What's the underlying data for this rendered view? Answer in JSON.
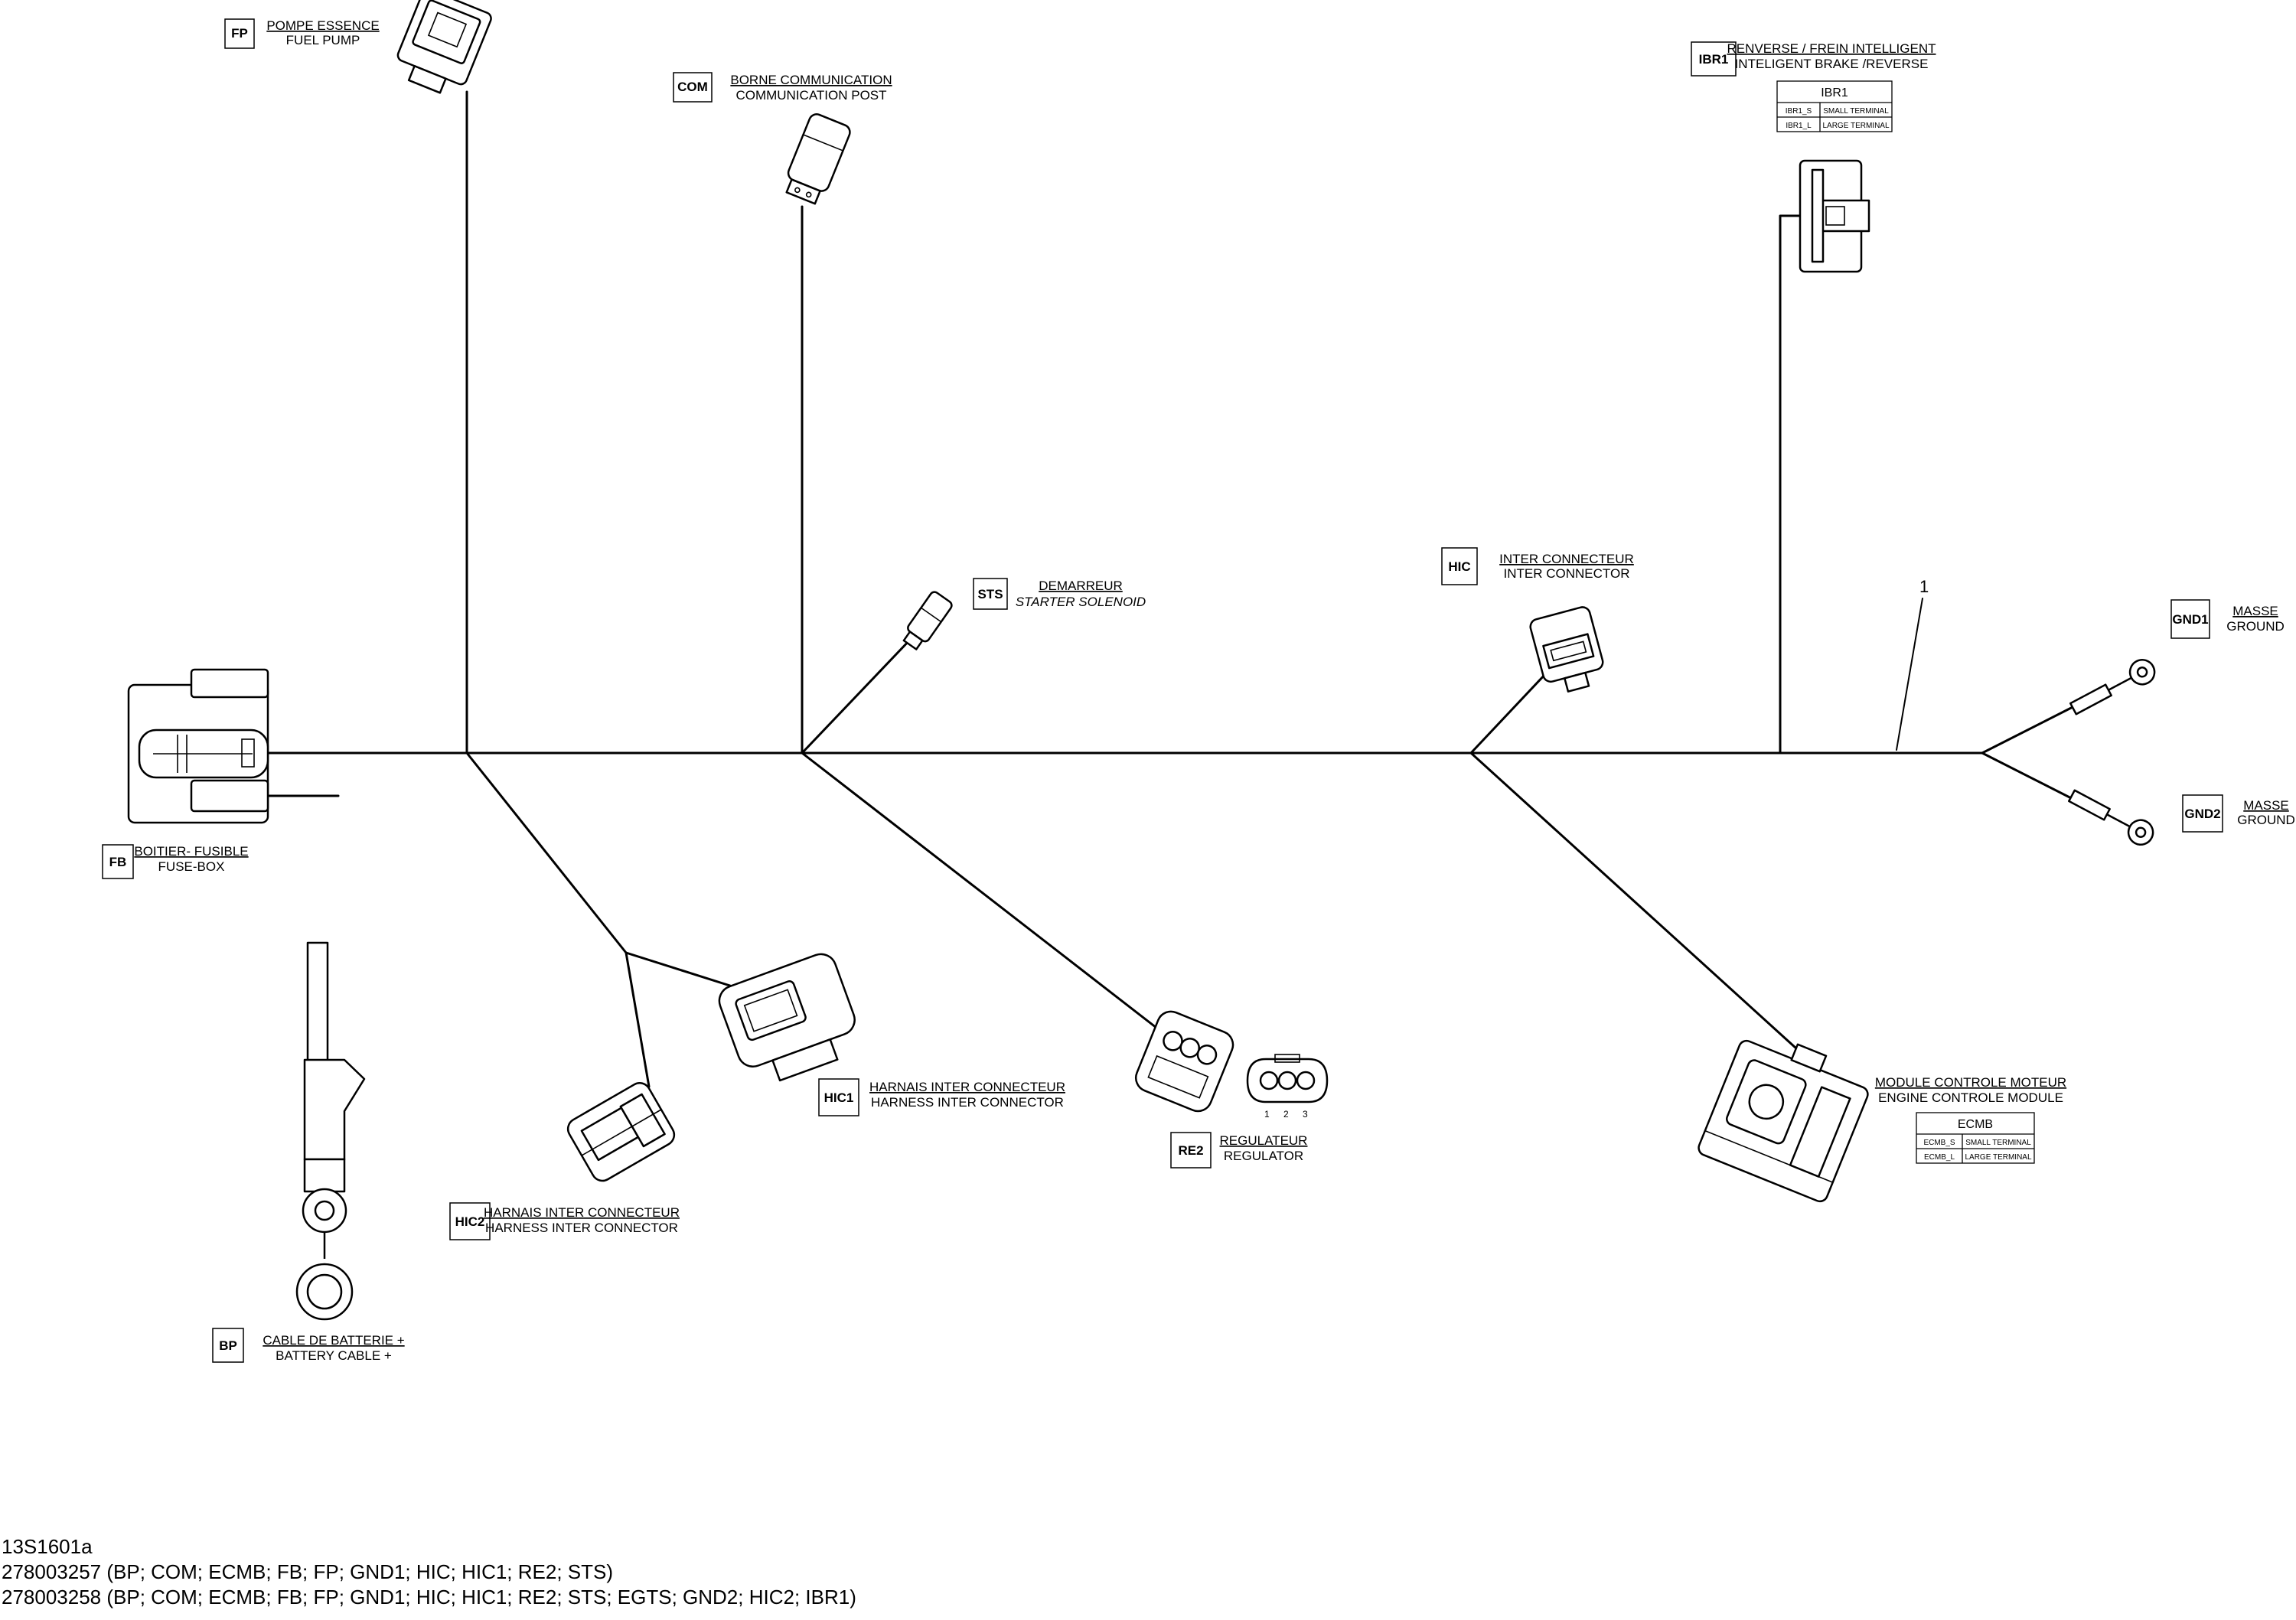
{
  "components": {
    "fp": {
      "code": "FP",
      "fr": "POMPE ESSENCE",
      "en": "FUEL PUMP"
    },
    "com": {
      "code": "COM",
      "fr": "BORNE COMMUNICATION",
      "en": "COMMUNICATION POST"
    },
    "ibr1": {
      "code": "IBR1",
      "fr": "RENVERSE / FREIN INTELLIGENT",
      "en": "INTELIGENT BRAKE /REVERSE",
      "table": {
        "title": "IBR1",
        "rows": [
          [
            "IBR1_S",
            "SMALL TERMINAL"
          ],
          [
            "IBR1_L",
            "LARGE TERMINAL"
          ]
        ]
      }
    },
    "sts": {
      "code": "STS",
      "fr": "DEMARREUR",
      "en": "STARTER SOLENOID"
    },
    "hic": {
      "code": "HIC",
      "fr": "INTER CONNECTEUR",
      "en": "INTER CONNECTOR"
    },
    "gnd1": {
      "code": "GND1",
      "fr": "MASSE",
      "en": "GROUND"
    },
    "gnd2": {
      "code": "GND2",
      "fr": "MASSE",
      "en": "GROUND"
    },
    "fb": {
      "code": "FB",
      "fr": "BOITIER- FUSIBLE",
      "en": "FUSE-BOX"
    },
    "hic1": {
      "code": "HIC1",
      "fr": "HARNAIS INTER CONNECTEUR",
      "en": "HARNESS INTER CONNECTOR"
    },
    "hic2": {
      "code": "HIC2",
      "fr": "HARNAIS INTER CONNECTEUR",
      "en": "HARNESS INTER CONNECTOR"
    },
    "re2": {
      "code": "RE2",
      "fr": "REGULATEUR",
      "en": "REGULATOR",
      "pins": [
        "1",
        "2",
        "3"
      ]
    },
    "ecmb": {
      "code": "",
      "fr": "MODULE CONTROLE MOTEUR",
      "en": "ENGINE CONTROLE MODULE",
      "table": {
        "title": "ECMB",
        "rows": [
          [
            "ECMB_S",
            "SMALL TERMINAL"
          ],
          [
            "ECMB_L",
            "LARGE TERMINAL"
          ]
        ]
      }
    },
    "bp": {
      "code": "BP",
      "fr": "CABLE DE BATTERIE +",
      "en": "BATTERY CABLE +"
    }
  },
  "callout": "1",
  "footer": {
    "ref": "13S1601a",
    "line1": "278003257 (BP; COM; ECMB; FB; FP; GND1; HIC; HIC1; RE2; STS)",
    "line2": "278003258 (BP; COM; ECMB; FB; FP; GND1; HIC; HIC1; RE2; STS; EGTS; GND2; HIC2; IBR1)"
  }
}
